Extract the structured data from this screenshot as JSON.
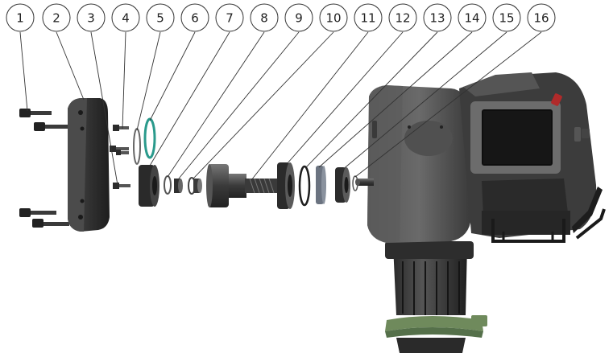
{
  "callouts": [
    {
      "label": "1"
    },
    {
      "label": "2"
    },
    {
      "label": "3"
    },
    {
      "label": "4"
    },
    {
      "label": "5"
    },
    {
      "label": "6"
    },
    {
      "label": "7"
    },
    {
      "label": "8"
    },
    {
      "label": "9"
    },
    {
      "label": "10"
    },
    {
      "label": "11"
    },
    {
      "label": "12"
    },
    {
      "label": "13"
    },
    {
      "label": "14"
    },
    {
      "label": "15"
    },
    {
      "label": "16"
    }
  ],
  "colors": {
    "dark_metal": "#2b2b2b",
    "body_grey": "#4a4a4a",
    "seal_teal": "#2a9a8c",
    "clamp_green": "#6f8a5c",
    "accent_red": "#b02a2a",
    "callout_stroke": "#333333"
  }
}
